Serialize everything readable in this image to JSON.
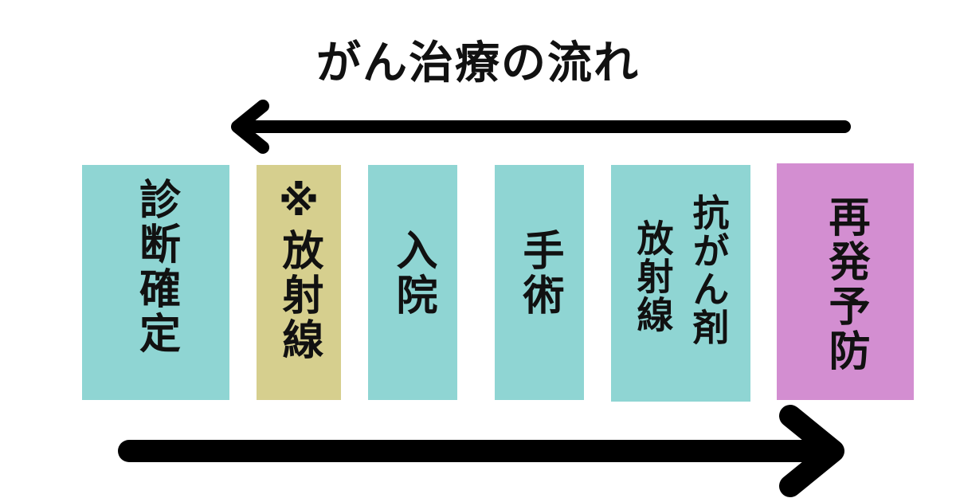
{
  "title": "がん治療の流れ",
  "colors": {
    "teal": "#8fd5d3",
    "khaki": "#d6cf8e",
    "violet": "#d38ed1",
    "arrow": "#000000"
  },
  "steps": [
    {
      "lines": [
        "診断確定"
      ],
      "color": "#8fd5d3"
    },
    {
      "lines": [
        "※放射線"
      ],
      "color": "#d6cf8e"
    },
    {
      "lines": [
        "入院"
      ],
      "color": "#8fd5d3"
    },
    {
      "lines": [
        "手術"
      ],
      "color": "#8fd5d3"
    },
    {
      "lines": [
        "抗がん剤",
        "放射線"
      ],
      "color": "#8fd5d3"
    },
    {
      "lines": [
        "再発予防"
      ],
      "color": "#d38ed1"
    }
  ]
}
